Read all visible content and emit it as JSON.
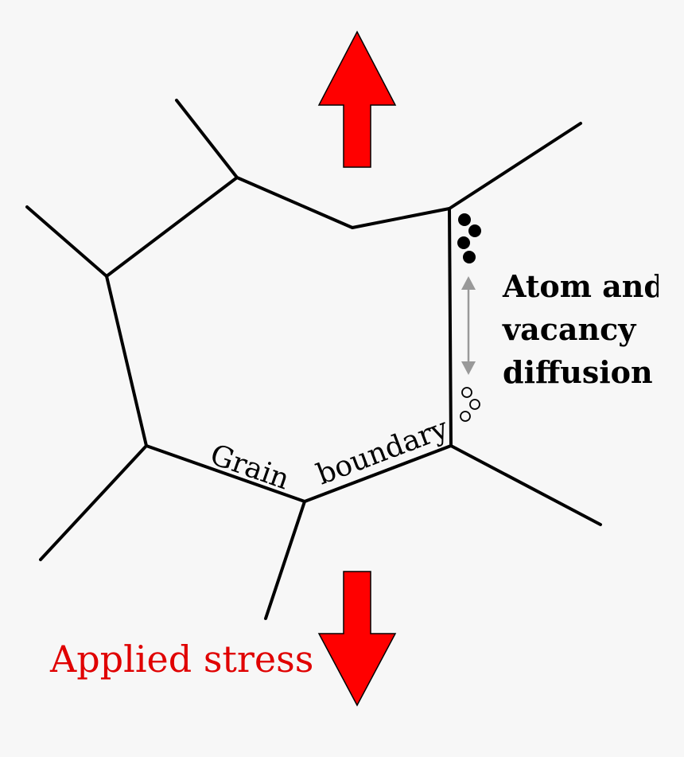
{
  "labels": {
    "grain": "Grain",
    "boundary": "boundary",
    "diffusion_line1": "Atom and",
    "diffusion_line2": "vacancy",
    "diffusion_line3": "diffusion",
    "applied_stress": "Applied stress"
  },
  "colors": {
    "stress_arrow": "#ff0000",
    "stress_text": "#e00000",
    "boundary": "#000000",
    "diffusion_arrow": "#999999",
    "background": "#f7f7f7"
  },
  "icons": {
    "atom": "filled-circle",
    "vacancy": "hollow-circle",
    "stress_arrow_up": "arrow-up",
    "stress_arrow_down": "arrow-down",
    "diffusion_arrow": "double-arrow-vertical"
  }
}
